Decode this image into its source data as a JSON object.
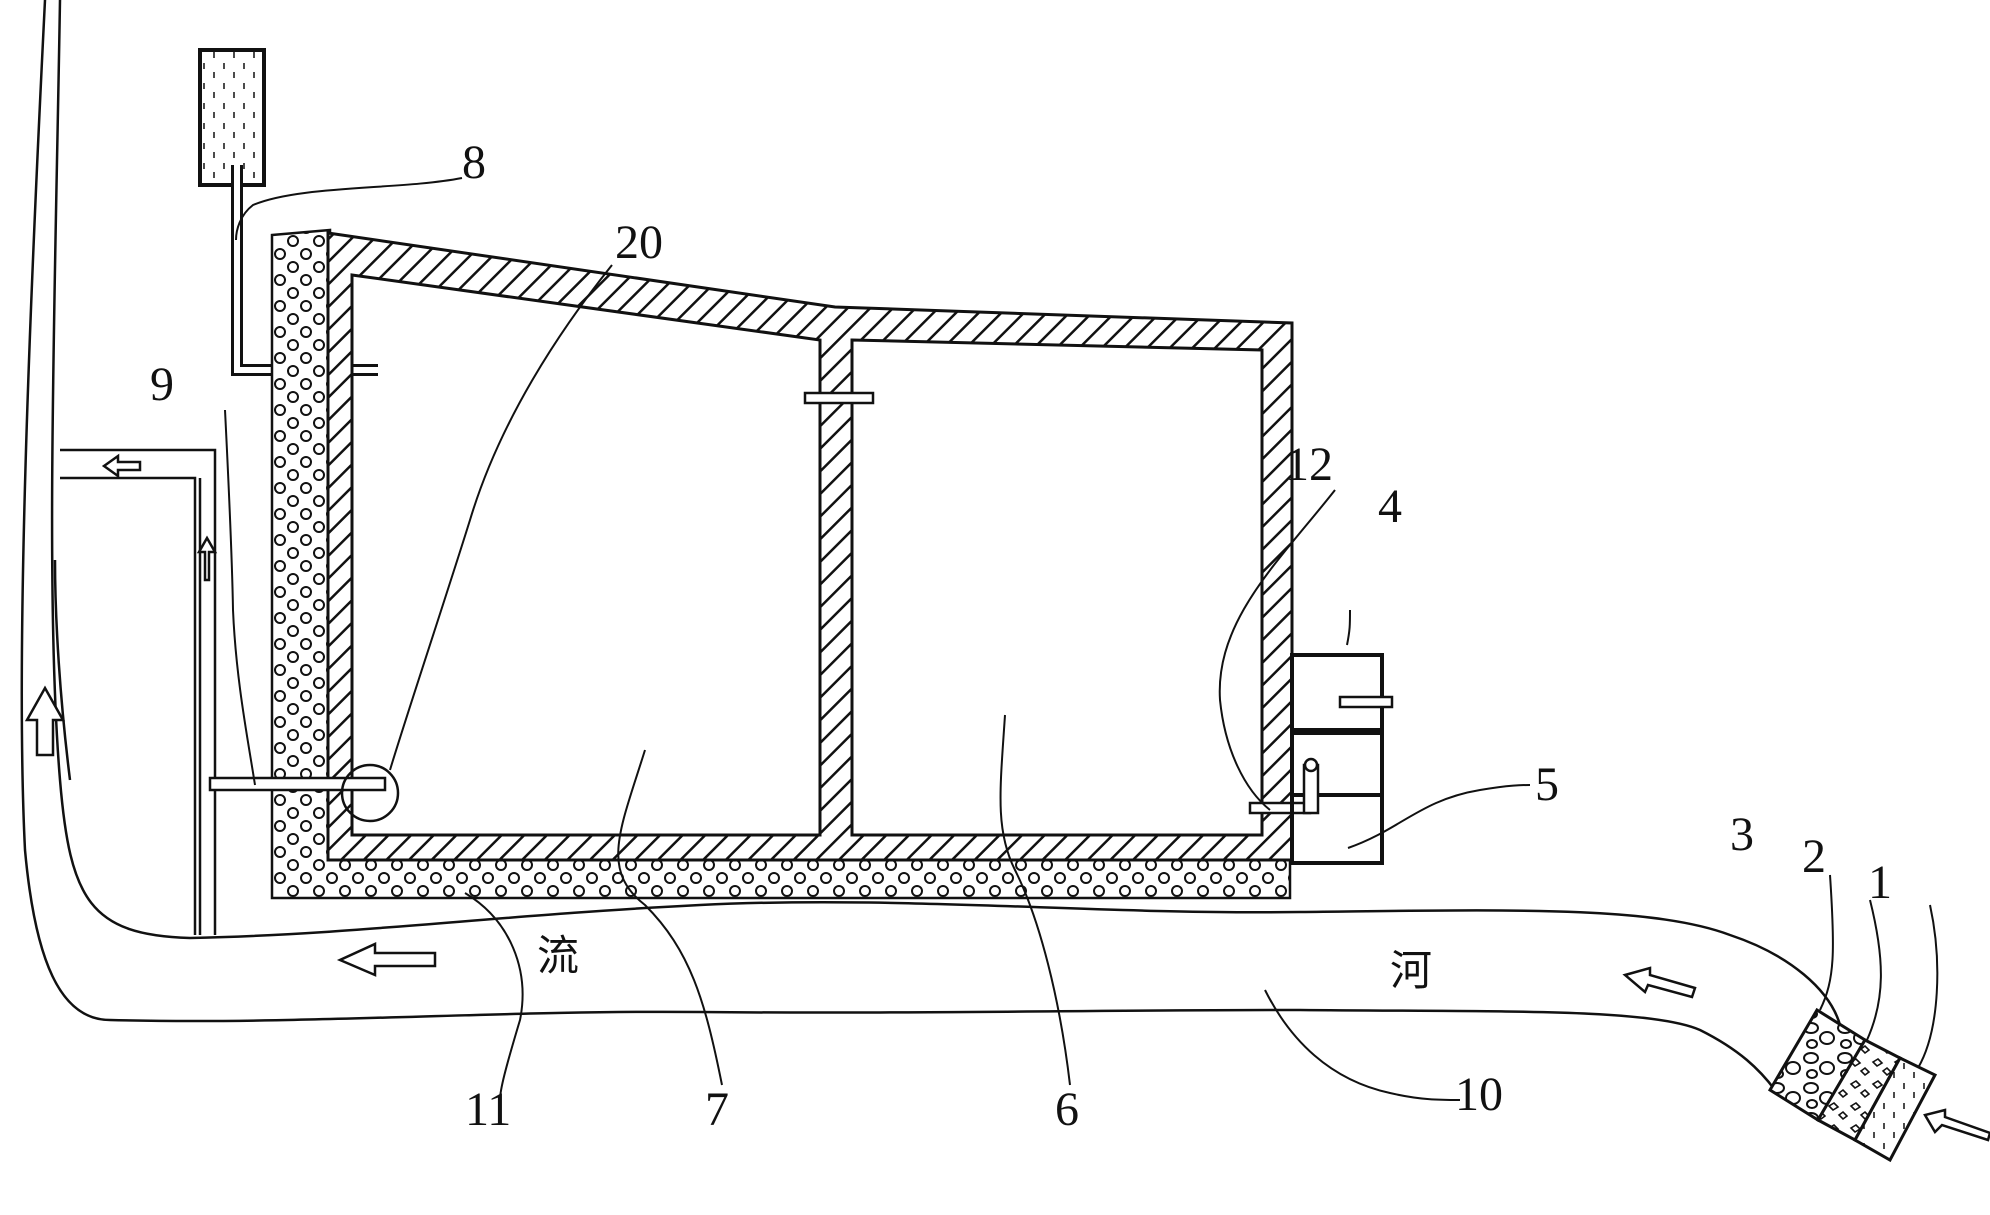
{
  "labels": {
    "n1": "1",
    "n2": "2",
    "n3": "3",
    "n4": "4",
    "n5": "5",
    "n6": "6",
    "n7": "7",
    "n8": "8",
    "n9": "9",
    "n10": "10",
    "n11": "11",
    "n12": "12",
    "n20": "20"
  },
  "river_text": {
    "left": "流",
    "right": "河"
  },
  "colors": {
    "line": "#111111",
    "background": "#ffffff"
  }
}
